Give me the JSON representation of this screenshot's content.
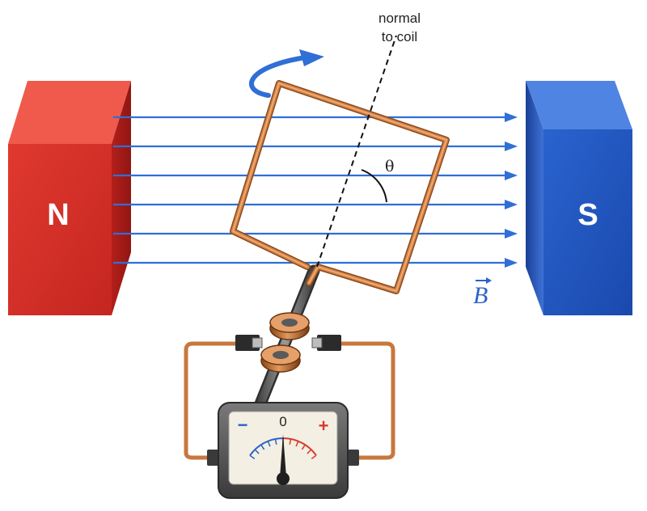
{
  "magnets": {
    "north": {
      "label": "N",
      "color": "#d8322a"
    },
    "south": {
      "label": "S",
      "color": "#2058c6"
    }
  },
  "field": {
    "label": "B",
    "line_count": 6,
    "color": "#2f6fd6"
  },
  "normal": {
    "line1": "normal",
    "line2": "to coil"
  },
  "angle": {
    "label": "θ"
  },
  "coil": {
    "color": "#c8773e"
  },
  "galvanometer": {
    "zero_label": "0",
    "minus_label": "−",
    "plus_label": "+"
  }
}
